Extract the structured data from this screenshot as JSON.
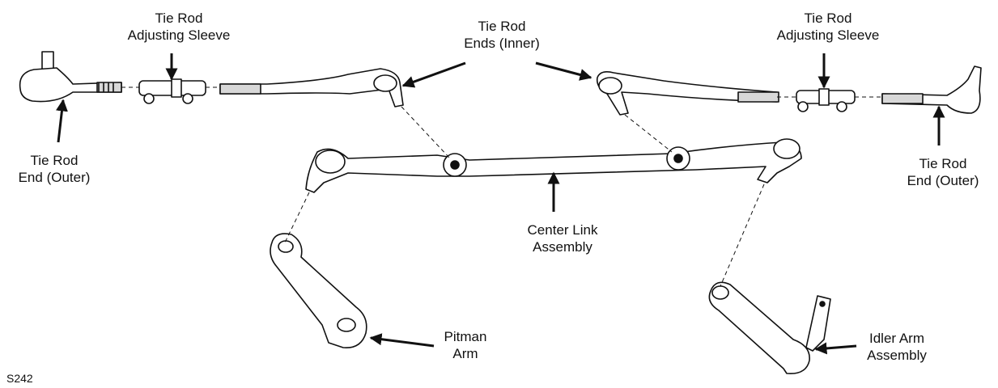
{
  "labels": {
    "sleeve_left": {
      "line1": "Tie Rod",
      "line2": "Adjusting Sleeve"
    },
    "ends_inner": {
      "line1": "Tie Rod",
      "line2": "Ends (Inner)"
    },
    "sleeve_right": {
      "line1": "Tie Rod",
      "line2": "Adjusting Sleeve"
    },
    "end_outer_left": {
      "line1": "Tie Rod",
      "line2": "End (Outer)"
    },
    "end_outer_right": {
      "line1": "Tie Rod",
      "line2": "End (Outer)"
    },
    "center_link": {
      "line1": "Center Link",
      "line2": "Assembly"
    },
    "pitman": {
      "line1": "Pitman",
      "line2": "Arm"
    },
    "idler": {
      "line1": "Idler Arm",
      "line2": "Assembly"
    }
  },
  "figure_id": "S242",
  "colors": {
    "ink": "#111111",
    "paper": "#ffffff",
    "shade": "#d8d8d8"
  }
}
